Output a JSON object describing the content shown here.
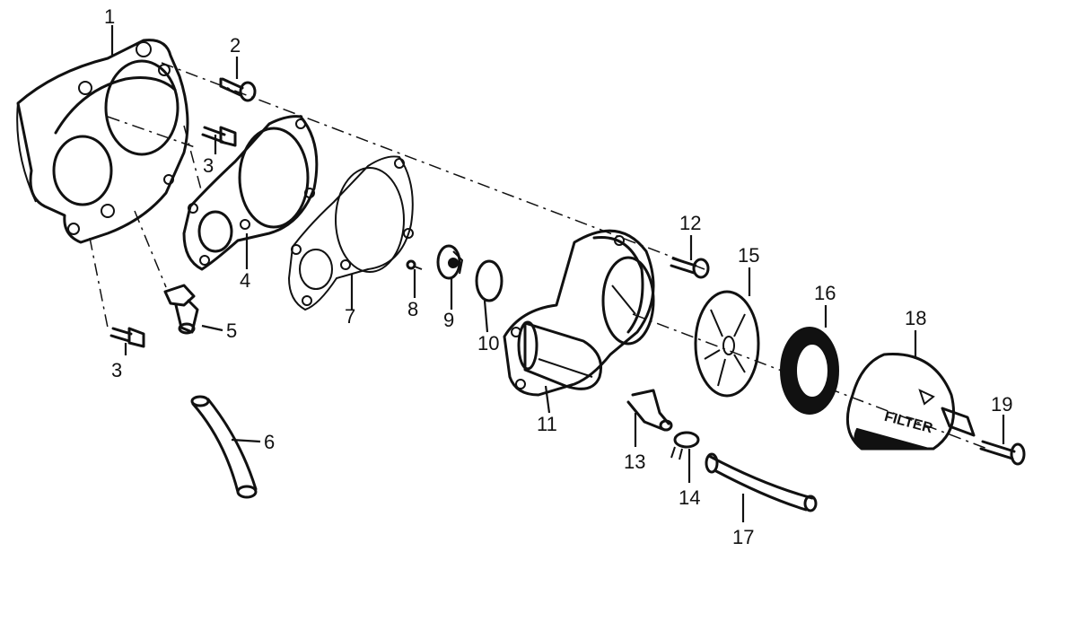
{
  "callouts": {
    "c1": "1",
    "c2": "2",
    "c3a": "3",
    "c3b": "3",
    "c4": "4",
    "c5": "5",
    "c6": "6",
    "c7": "7",
    "c8": "8",
    "c9": "9",
    "c10": "10",
    "c11": "11",
    "c12": "12",
    "c13": "13",
    "c14": "14",
    "c15": "15",
    "c16": "16",
    "c17": "17",
    "c18": "18",
    "c19": "19"
  },
  "stamps": {
    "filter_label": "FILTER"
  },
  "colors": {
    "ink": "#111111",
    "background": "#ffffff"
  }
}
